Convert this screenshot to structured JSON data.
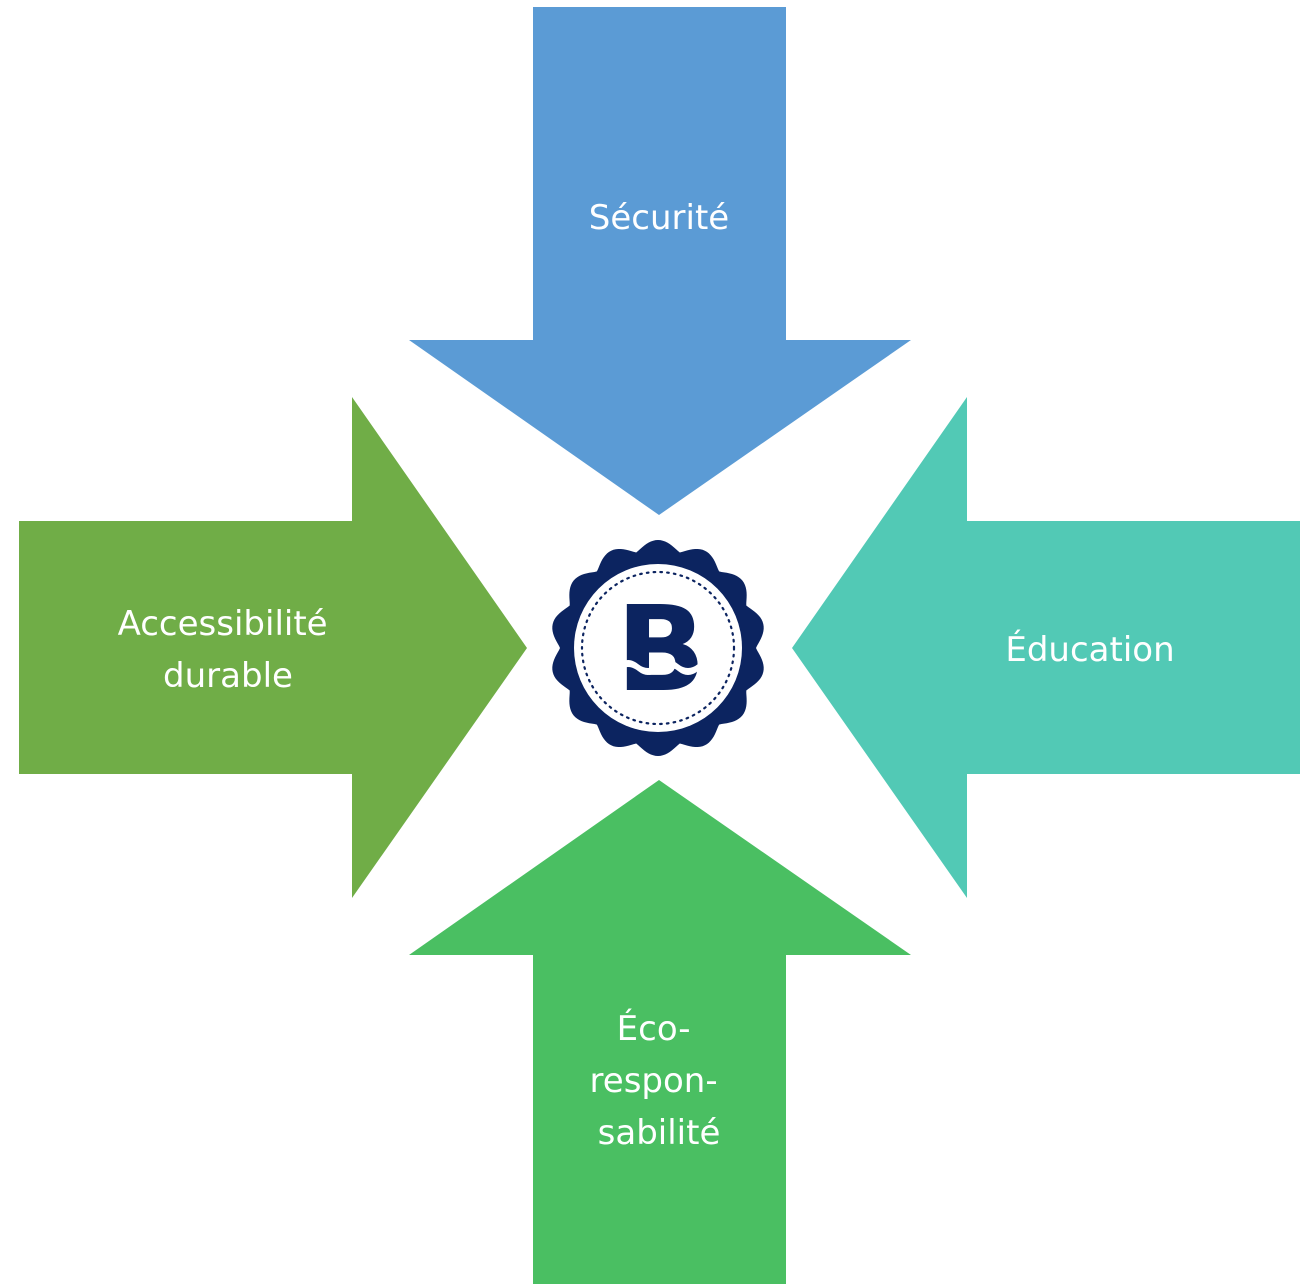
{
  "arrows": {
    "top": {
      "label_lines": [
        "Sécurité"
      ],
      "color": "#5B9BD5"
    },
    "left": {
      "label_lines": [
        "Accessibilité",
        "durable"
      ],
      "color": "#70AD47"
    },
    "right": {
      "label_lines": [
        "Éducation"
      ],
      "color": "#52C9B5"
    },
    "bottom": {
      "label_lines": [
        "Éco-",
        "respon-",
        "sabilité"
      ],
      "color": "#4ABF62"
    }
  },
  "logo": {
    "letter": "B",
    "badge_color": "#0C2460",
    "inner_color": "#ffffff"
  }
}
